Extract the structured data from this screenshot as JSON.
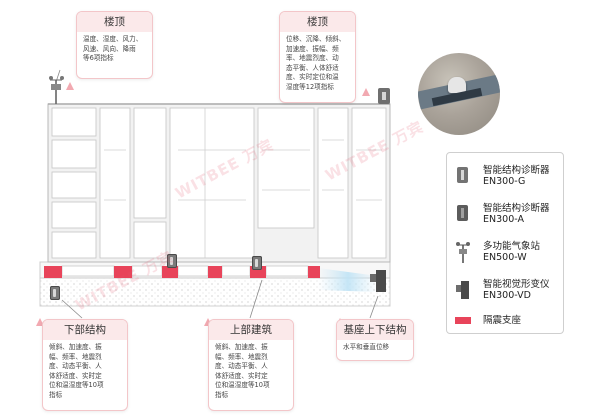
{
  "callouts": {
    "roof_left": {
      "title": "楼顶",
      "lines": [
        "温度、湿度、风力、",
        "风速、风向、降雨",
        "等6项指标"
      ]
    },
    "roof_right": {
      "title": "楼顶",
      "lines": [
        "位移、沉降、倾斜、",
        "加速度、振幅、频",
        "率、地震烈度、动",
        "态平衡、人体舒适",
        "度、实时定位和温",
        "湿度等12项指标"
      ]
    },
    "lower_structure": {
      "title": "下部结构",
      "lines": [
        "倾斜、加速度、振",
        "幅、频率、地震烈",
        "度、动态平衡、人",
        "体舒适度、实时定",
        "位和温湿度等10项",
        "指标"
      ]
    },
    "upper_building": {
      "title": "上部建筑",
      "lines": [
        "倾斜、加速度、振",
        "幅、频率、地震烈",
        "度、动态平衡、人",
        "体舒适度、实时定",
        "位和温湿度等10项",
        "指标"
      ]
    },
    "base_updown": {
      "title": "基座上下结构",
      "lines": [
        "水平和垂直位移"
      ]
    }
  },
  "legend": {
    "items": [
      {
        "icon": "diagnostic-device-g-icon",
        "name": "智能结构诊断器",
        "model": "EN300-G"
      },
      {
        "icon": "diagnostic-device-a-icon",
        "name": "智能结构诊断器",
        "model": "EN300-A"
      },
      {
        "icon": "weather-station-icon",
        "name": "多功能气象站",
        "model": "EN500-W"
      },
      {
        "icon": "visual-deformation-meter-icon",
        "name": "智能视觉形变仪",
        "model": "EN300-VD"
      },
      {
        "icon": "isolation-bearing-icon",
        "name": "隔震支座",
        "model": ""
      }
    ]
  },
  "watermark": [
    "WITBEE 万宾",
    "WITBEE 万宾",
    "WITBEE 万宾"
  ],
  "colors": {
    "accent_pink": "#e8445a",
    "callout_header": "#fbe9ea",
    "building_line": "#b8b8b8",
    "building_fill": "#efefef"
  }
}
